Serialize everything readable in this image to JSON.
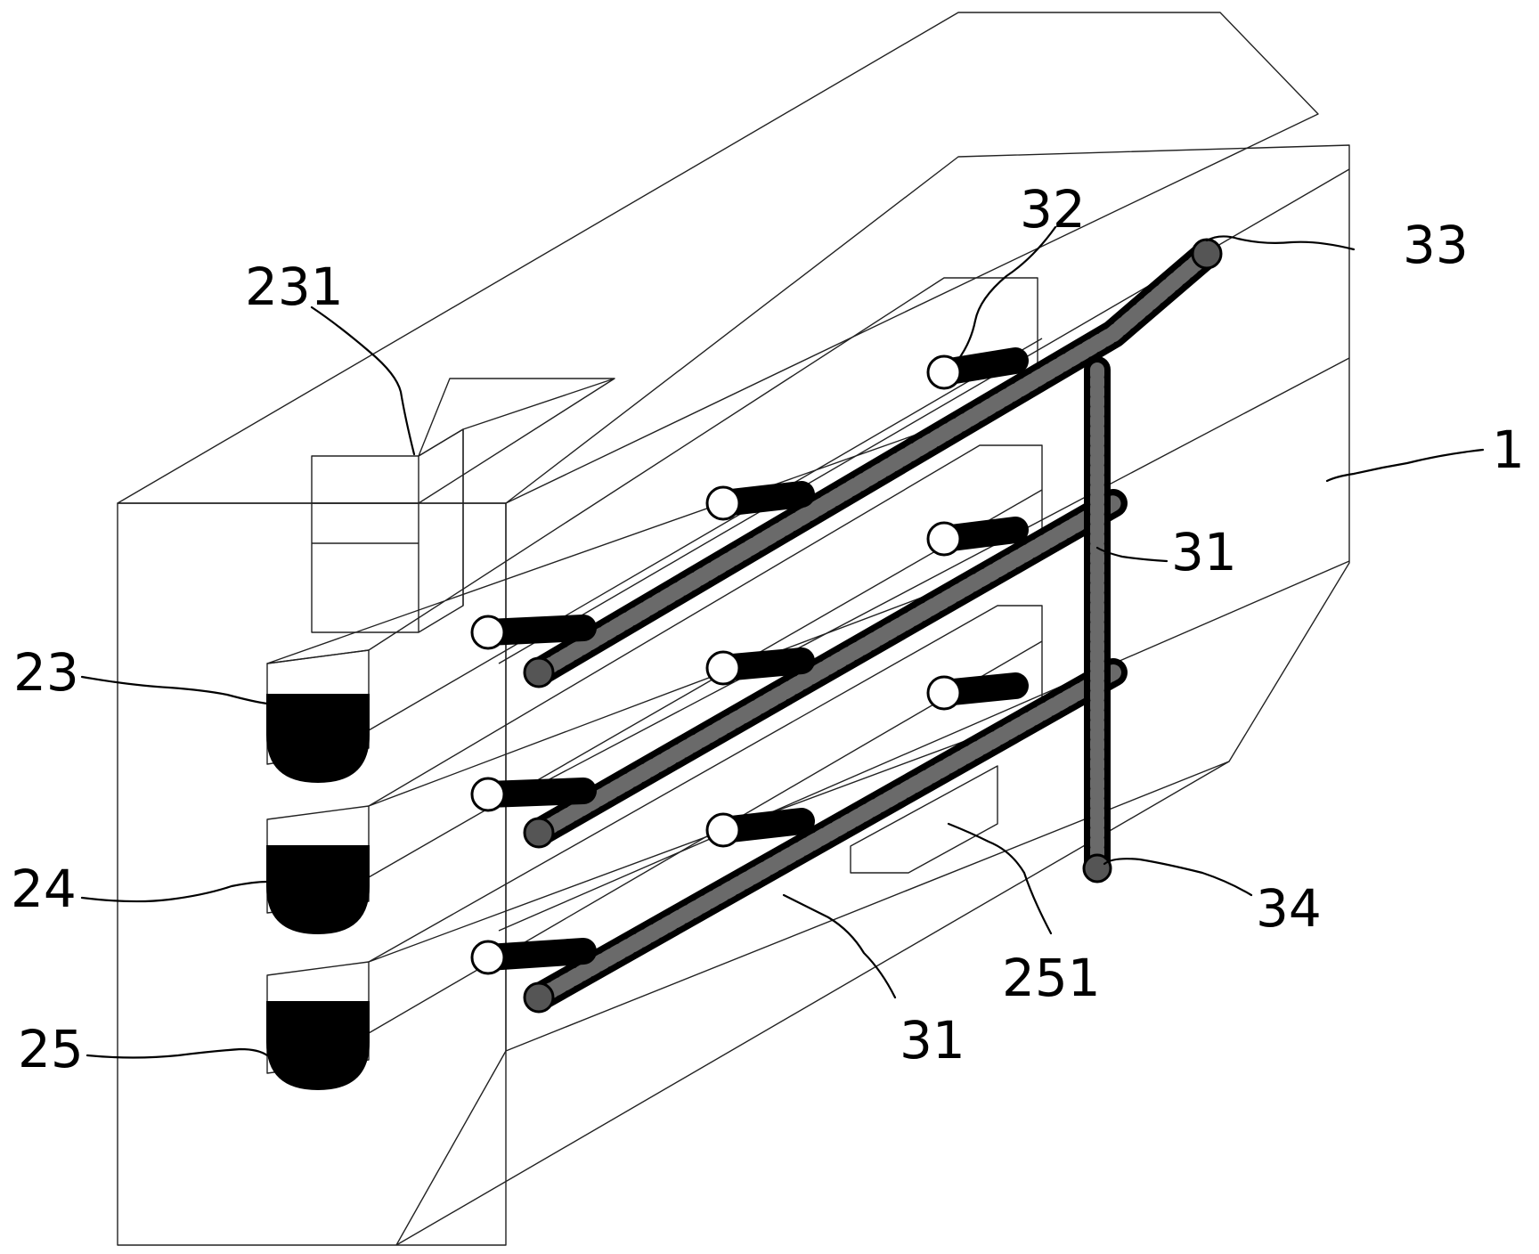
{
  "labels": {
    "l231": "231",
    "l32": "32",
    "l33": "33",
    "l1": "1",
    "l31a": "31",
    "l23": "23",
    "l24": "24",
    "l25": "25",
    "l34": "34",
    "l251": "251",
    "l31b": "31"
  },
  "colors": {
    "line": "#222222",
    "pipe": "#000000",
    "hatch": "#6a6a6a",
    "background": "#ffffff"
  }
}
